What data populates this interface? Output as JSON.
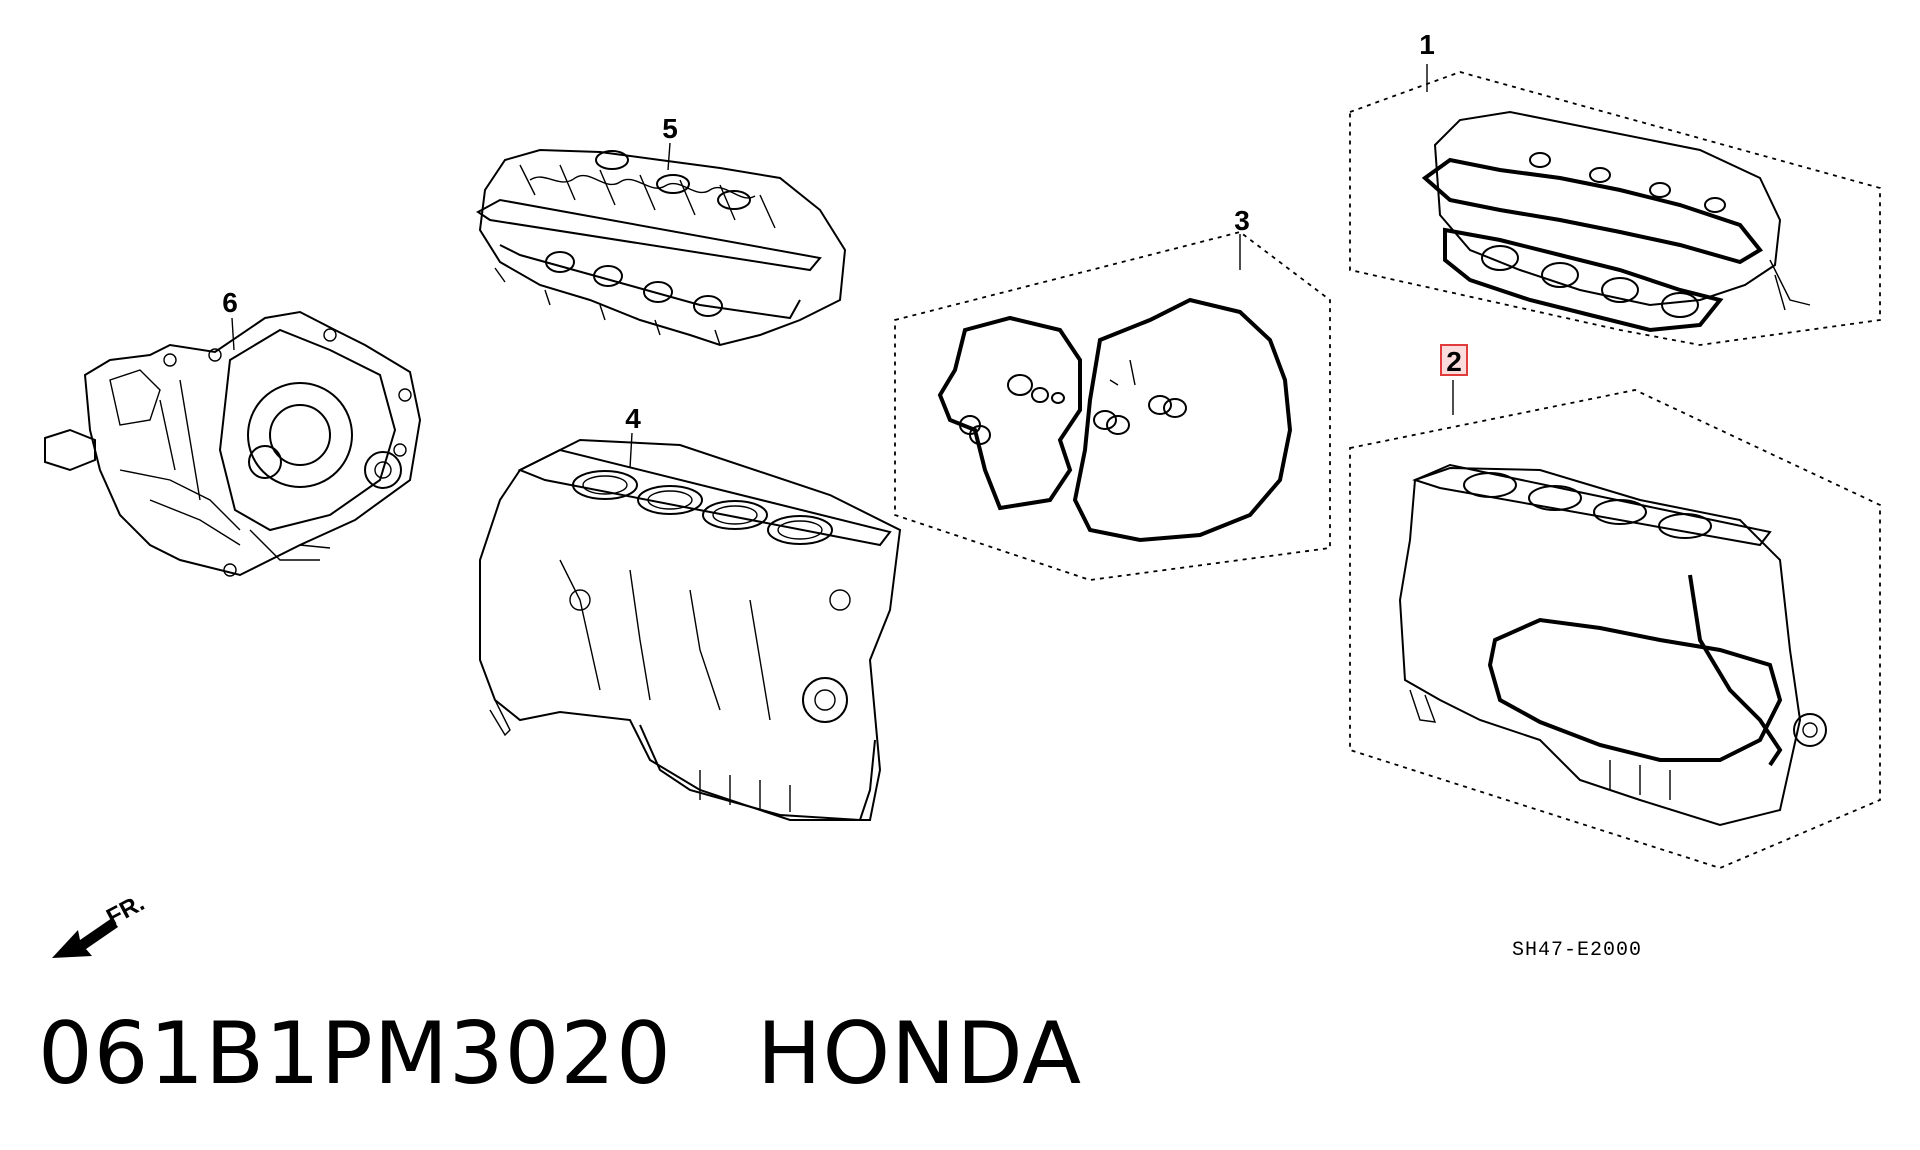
{
  "diagram": {
    "callouts": [
      {
        "id": "1",
        "label": "1"
      },
      {
        "id": "2",
        "label": "2",
        "highlighted": true
      },
      {
        "id": "3",
        "label": "3"
      },
      {
        "id": "4",
        "label": "4"
      },
      {
        "id": "5",
        "label": "5"
      },
      {
        "id": "6",
        "label": "6"
      }
    ],
    "front_marker": "FR.",
    "drawing_code": "SH47-E2000",
    "highlight_color": "#e23b3b"
  },
  "caption": {
    "part_number": "061B1PM3020",
    "brand": "HONDA"
  }
}
